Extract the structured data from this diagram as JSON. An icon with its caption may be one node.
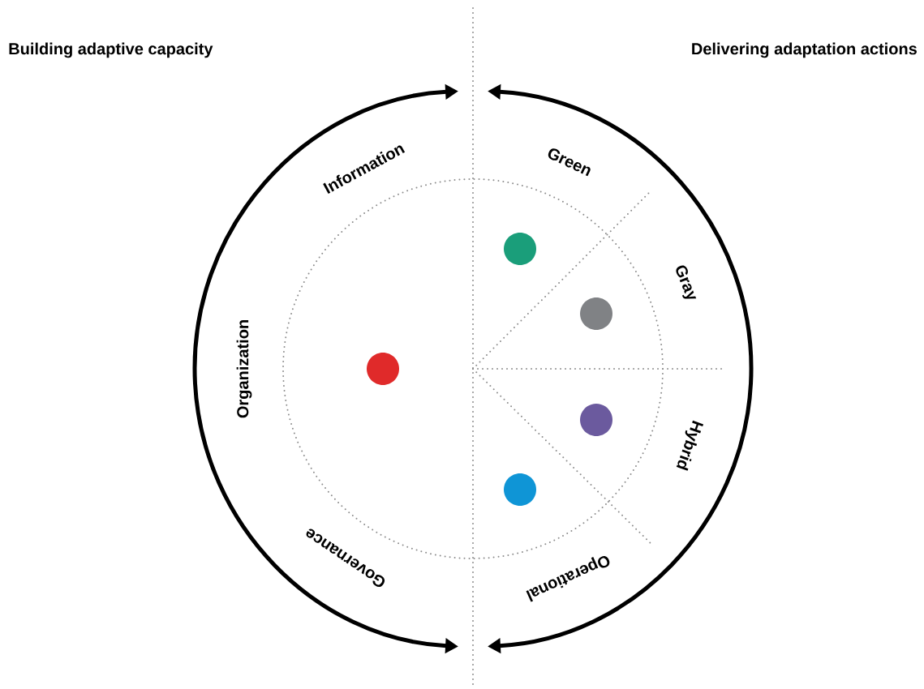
{
  "diagram": {
    "nodes": [
      {
        "text": [],
        "shape": "circle"
      },
      {
        "text": [],
        "shape": "circle"
      },
      {
        "text": [],
        "shape": "circle"
      },
      {
        "text": [],
        "shape": "circle"
      },
      {
        "text": [],
        "shape": "circle"
      }
    ],
    "labels": [
      "Building adaptive capacity",
      "Delivering adaptation actions",
      "Information",
      "Green",
      "Gray",
      "Organization",
      "Hybrid",
      "Governance",
      "Operational"
    ]
  }
}
